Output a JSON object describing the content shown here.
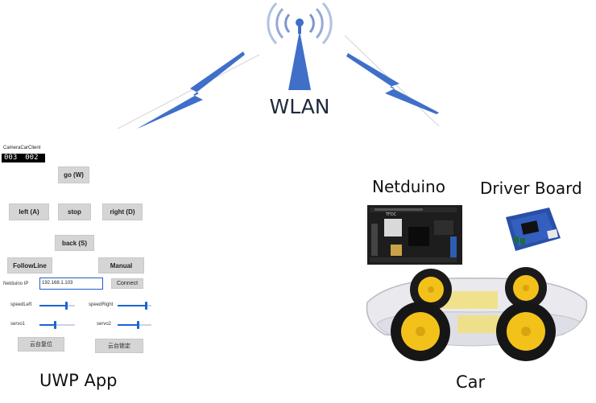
{
  "network": {
    "label": "WLAN",
    "icon": "wifi-tower-icon"
  },
  "app": {
    "window_title": "CameraCarClient",
    "counter": [
      "003",
      "002"
    ],
    "buttons": {
      "go": "go (W)",
      "left": "left (A)",
      "stop": "stop",
      "right": "right (D)",
      "back": "back (S)",
      "follow_line": "FollowLine",
      "manual": "Manual",
      "connect": "Connect",
      "gimbal_reset": "云台复位",
      "gimbal_lock": "云台锁定"
    },
    "ip_label": "Netduino IP",
    "ip_value": "192.168.1.103",
    "sliders": [
      {
        "label": "speedLeft",
        "value": 0.75
      },
      {
        "label": "speedRight",
        "value": 0.85
      },
      {
        "label": "servo1",
        "value": 0.45
      },
      {
        "label": "servo2",
        "value": 0.6
      }
    ],
    "caption": "UWP App"
  },
  "hardware": {
    "netduino_label": "Netduino",
    "driver_label": "Driver Board",
    "car_caption": "Car"
  },
  "colors": {
    "wifi_blue": "#3f6fc9",
    "slider_blue": "#1a66d1",
    "wheel_yellow": "#f3c21a",
    "board_dark": "#1d1d1d"
  }
}
